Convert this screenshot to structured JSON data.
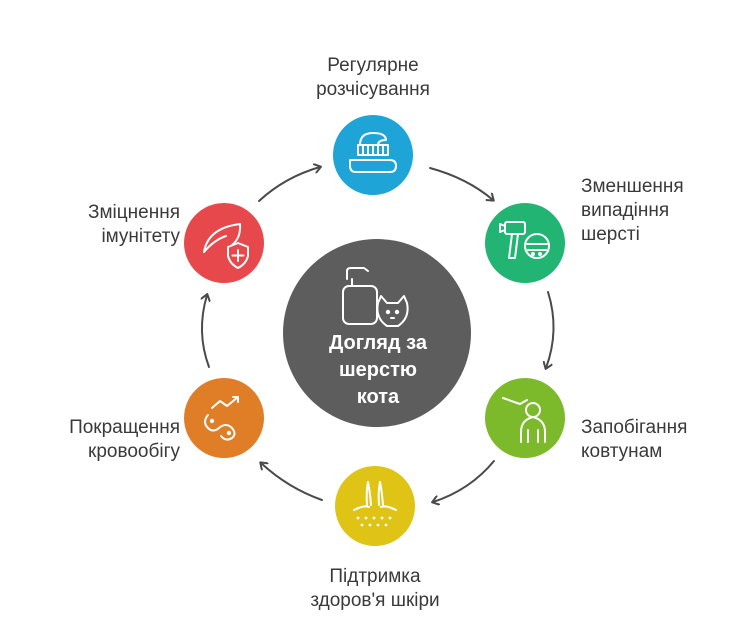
{
  "center": {
    "lines": [
      "Догляд за",
      "шерстю",
      "кота"
    ],
    "color": "#5d5d5d",
    "icon": "shampoo-bottle-cat-icon"
  },
  "nodes": [
    {
      "id": "brushing",
      "lines": [
        "Регулярне",
        "розчісування"
      ],
      "color": "#1ea4d6",
      "icon": "toothbrush-hand-icon"
    },
    {
      "id": "shedding",
      "lines": [
        "Зменшення",
        "випадіння",
        "шерсті"
      ],
      "color": "#22b472",
      "icon": "hair-dryer-icon"
    },
    {
      "id": "tangles",
      "lines": [
        "Запобігання",
        "ковтунам"
      ],
      "color": "#7cba2b",
      "icon": "hand-grooming-icon"
    },
    {
      "id": "skin",
      "lines": [
        "Підтримка",
        "здоров'я шкіри"
      ],
      "color": "#dfc416",
      "icon": "skin-hair-icon"
    },
    {
      "id": "circulation",
      "lines": [
        "Покращення",
        "кровообігу"
      ],
      "color": "#e07d27",
      "icon": "blood-flow-icon"
    },
    {
      "id": "immunity",
      "lines": [
        "Зміцнення",
        "імунітету"
      ],
      "color": "#e6484c",
      "icon": "leaf-shield-icon"
    }
  ]
}
